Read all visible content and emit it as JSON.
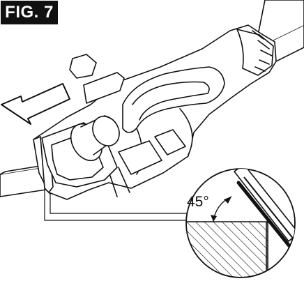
{
  "figure": {
    "label": "FIG. 7"
  },
  "callout": {
    "angle_label": "45°"
  },
  "colors": {
    "ink": "#111111",
    "paper": "#ffffff",
    "label_background": "#111111"
  },
  "icons": {
    "direction": "left-arrow-icon",
    "detail": "detail-inset-circle"
  }
}
